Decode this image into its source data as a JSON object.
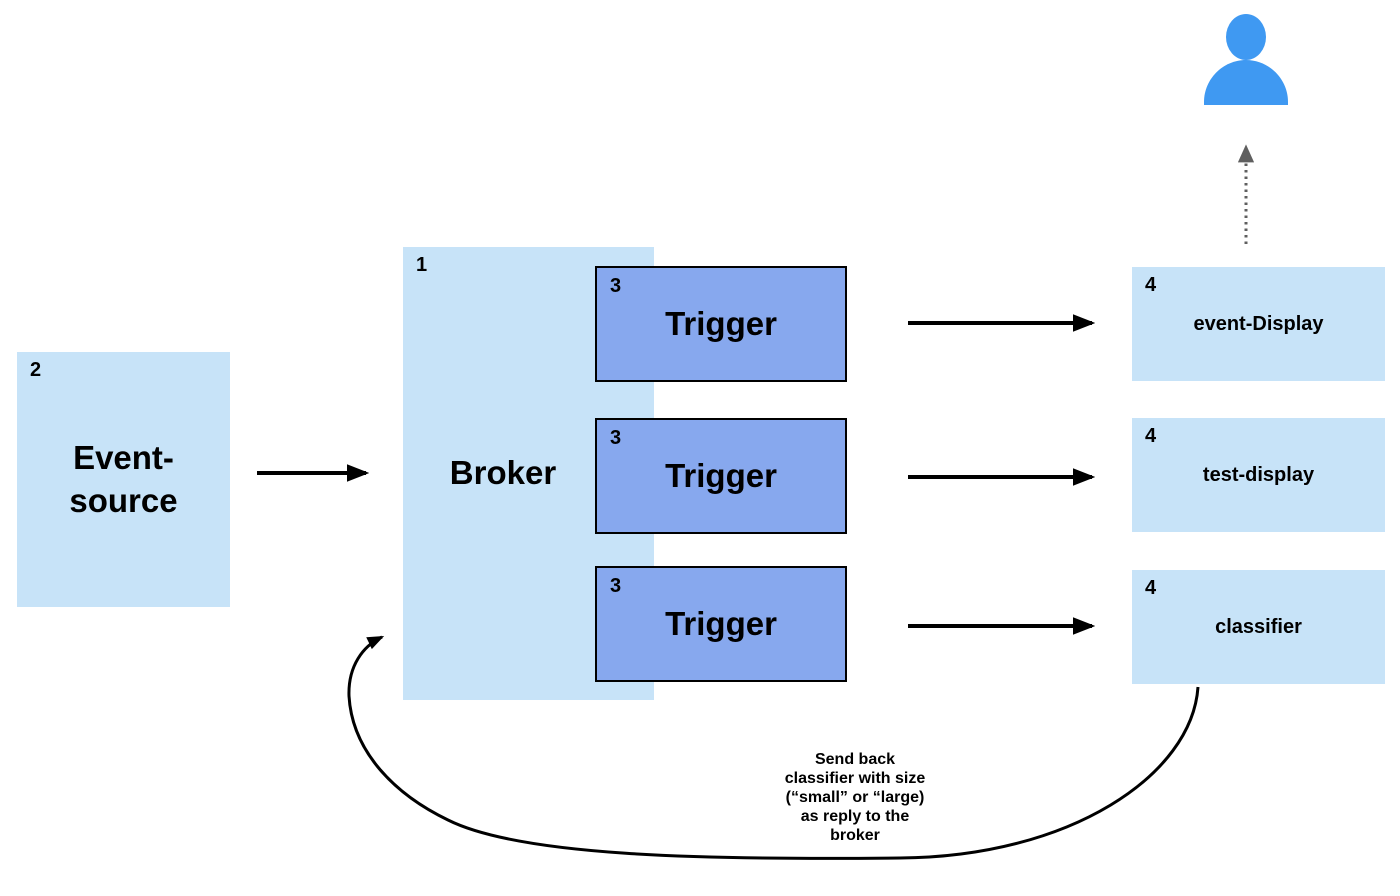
{
  "diagram": {
    "event_source": {
      "number": "2",
      "label": "Event-\nsource"
    },
    "broker": {
      "number": "1",
      "label": "Broker"
    },
    "triggers": [
      {
        "number": "3",
        "label": "Trigger"
      },
      {
        "number": "3",
        "label": "Trigger"
      },
      {
        "number": "3",
        "label": "Trigger"
      }
    ],
    "targets": [
      {
        "number": "4",
        "label": "event-Display"
      },
      {
        "number": "4",
        "label": "test-display"
      },
      {
        "number": "4",
        "label": "classifier"
      }
    ],
    "annotation": "Send back\nclassifier with size\n(“small” or “large)\nas reply to the\nbroker",
    "icons": {
      "user": "user-icon"
    },
    "colors": {
      "node_fill": "#c7e3f8",
      "trigger_fill": "#87a8ee",
      "trigger_border": "#000000",
      "user_icon": "#3f99f2",
      "arrow": "#000000",
      "dotted_arrow": "#5f5f5f"
    }
  }
}
